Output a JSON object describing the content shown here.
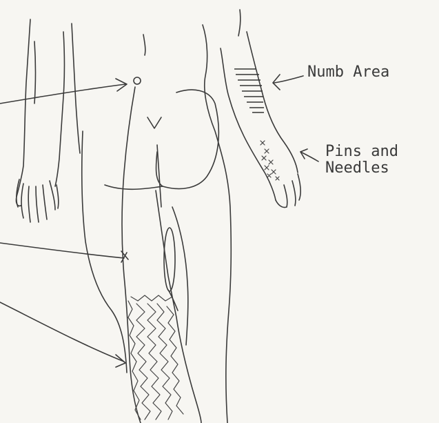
{
  "labels": {
    "numb_area": "Numb Area",
    "pins_line1": "Pins and",
    "pins_line2": "Needles"
  },
  "colors": {
    "ink": "#3a3a3a",
    "paper": "#f7f6f2"
  }
}
